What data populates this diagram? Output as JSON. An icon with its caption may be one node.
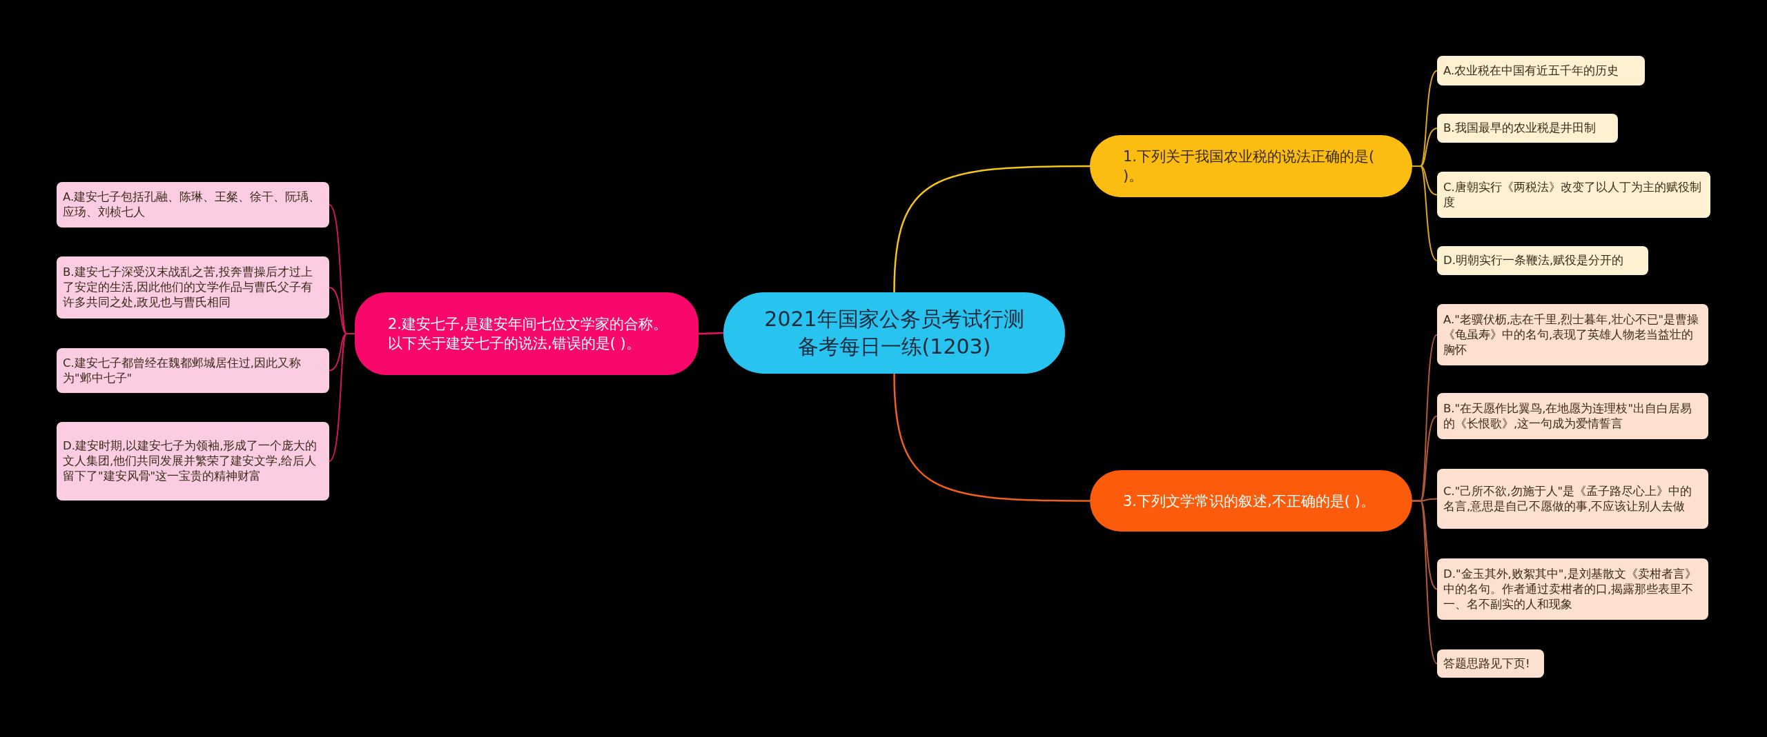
{
  "diagram": {
    "nodes": [
      {
        "text": [
          "2021年国家公务员考试行测备考每日一练(1203)"
        ]
      },
      {
        "text": [
          "1.下列关于我国农业税的说法正确的是( )。"
        ]
      },
      {
        "text": [
          "A.农业税在中国有近五千年的历史"
        ]
      },
      {
        "text": [
          "B.我国最早的农业税是井田制"
        ]
      },
      {
        "text": [
          "C.唐朝实行《两税法》改变了以人丁为主的赋役制度"
        ]
      },
      {
        "text": [
          "D.明朝实行一条鞭法,赋役是分开的"
        ]
      },
      {
        "text": [
          "2.建安七子,是建安年间七位文学家的合称。以下关于建安七子的说法,错误的是( )。"
        ]
      },
      {
        "text": [
          "A.建安七子包括孔融、陈琳、王粲、徐干、阮瑀、应玚、刘桢七人"
        ]
      },
      {
        "text": [
          "B.建安七子深受汉末战乱之苦,投奔曹操后才过上了安定的生活,因此他们的文学作品与曹氏父子有许多共同之处,政见也与曹氏相同"
        ]
      },
      {
        "text": [
          "C.建安七子都曾经在魏都邺城居住过,因此又称为\"邺中七子\""
        ]
      },
      {
        "text": [
          "D.建安时期,以建安七子为领袖,形成了一个庞大的文人集团,他们共同发展并繁荣了建安文学,给后人留下了\"建安风骨\"这一宝贵的精神财富"
        ]
      },
      {
        "text": [
          "3.下列文学常识的叙述,不正确的是( )。"
        ]
      },
      {
        "text": [
          "A.\"老骥伏枥,志在千里,烈士暮年,壮心不已\"是曹操《龟虽寿》中的名句,表现了英雄人物老当益壮的胸怀"
        ]
      },
      {
        "text": [
          "B.\"在天愿作比翼鸟,在地愿为连理枝\"出自白居易的《长恨歌》,这一句成为爱情誓言"
        ]
      },
      {
        "text": [
          "C.\"己所不欲,勿施于人\"是《孟子路尽心上》中的名言,意思是自己不愿做的事,不应该让别人去做"
        ]
      },
      {
        "text": [
          "D.\"金玉其外,败絮其中\",是刘基散文《卖柑者言》中的名句。作者通过卖柑者的口,揭露那些表里不一、名不副实的人和现象"
        ]
      },
      {
        "text": [
          "答题思路见下页!"
        ]
      }
    ],
    "edges": [
      {
        "from": 0,
        "to": 1,
        "arrow": "none",
        "color": "#f5c518"
      },
      {
        "from": 1,
        "to": 2,
        "arrow": "none",
        "color": "#d9a81c"
      },
      {
        "from": 1,
        "to": 3,
        "arrow": "none",
        "color": "#d9a81c"
      },
      {
        "from": 1,
        "to": 4,
        "arrow": "none",
        "color": "#d9a81c"
      },
      {
        "from": 1,
        "to": 5,
        "arrow": "none",
        "color": "#d9a81c"
      },
      {
        "from": 0,
        "to": 6,
        "arrow": "none",
        "color": "#e8106b"
      },
      {
        "from": 6,
        "to": 7,
        "arrow": "none",
        "color": "#d0185f"
      },
      {
        "from": 6,
        "to": 8,
        "arrow": "none",
        "color": "#d0185f"
      },
      {
        "from": 6,
        "to": 9,
        "arrow": "none",
        "color": "#d0185f"
      },
      {
        "from": 6,
        "to": 10,
        "arrow": "none",
        "color": "#d0185f"
      },
      {
        "from": 0,
        "to": 11,
        "arrow": "none",
        "color": "#f06018"
      },
      {
        "from": 11,
        "to": 12,
        "arrow": "none",
        "color": "#b05a3a"
      },
      {
        "from": 11,
        "to": 13,
        "arrow": "none",
        "color": "#b05a3a"
      },
      {
        "from": 11,
        "to": 14,
        "arrow": "none",
        "color": "#b05a3a"
      },
      {
        "from": 11,
        "to": 15,
        "arrow": "none",
        "color": "#b05a3a"
      },
      {
        "from": 11,
        "to": 16,
        "arrow": "none",
        "color": "#b05a3a"
      }
    ]
  }
}
